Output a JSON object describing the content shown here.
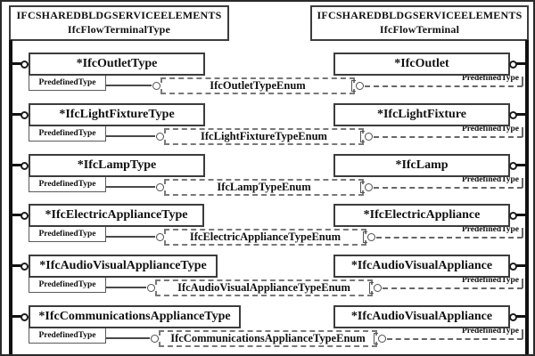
{
  "diagram": {
    "schema_left": {
      "module": "IFCSHAREDBLDGSERVICEELEMENTS",
      "entity": "IfcFlowTerminalType"
    },
    "schema_right": {
      "module": "IFCSHAREDBLDGSERVICEELEMENTS",
      "entity": "IfcFlowTerminal"
    },
    "attribute_label": "PredefinedType",
    "rows": [
      {
        "type_entity": "*IfcOutletType",
        "enum_type": "IfcOutletTypeEnum",
        "entity": "*IfcOutlet"
      },
      {
        "type_entity": "*IfcLightFixtureType",
        "enum_type": "IfcLightFixtureTypeEnum",
        "entity": "*IfcLightFixture"
      },
      {
        "type_entity": "*IfcLampType",
        "enum_type": "IfcLampTypeEnum",
        "entity": "*IfcLamp"
      },
      {
        "type_entity": "*IfcElectricApplianceType",
        "enum_type": "IfcElectricApplianceTypeEnum",
        "entity": "*IfcElectricAppliance"
      },
      {
        "type_entity": "*IfcAudioVisualApplianceType",
        "enum_type": "IfcAudioVisualApplianceTypeEnum",
        "entity": "*IfcAudioVisualAppliance"
      },
      {
        "type_entity": "*IfcCommunicationsApplianceType",
        "enum_type": "IfcCommunicationsApplianceTypeEnum",
        "entity": "*IfcAudioVisualAppliance"
      }
    ],
    "colors": {
      "line": "#1a1a1a",
      "dashed_line": "#6e6e6e",
      "background": "#ffffff",
      "text": "#101010"
    }
  }
}
